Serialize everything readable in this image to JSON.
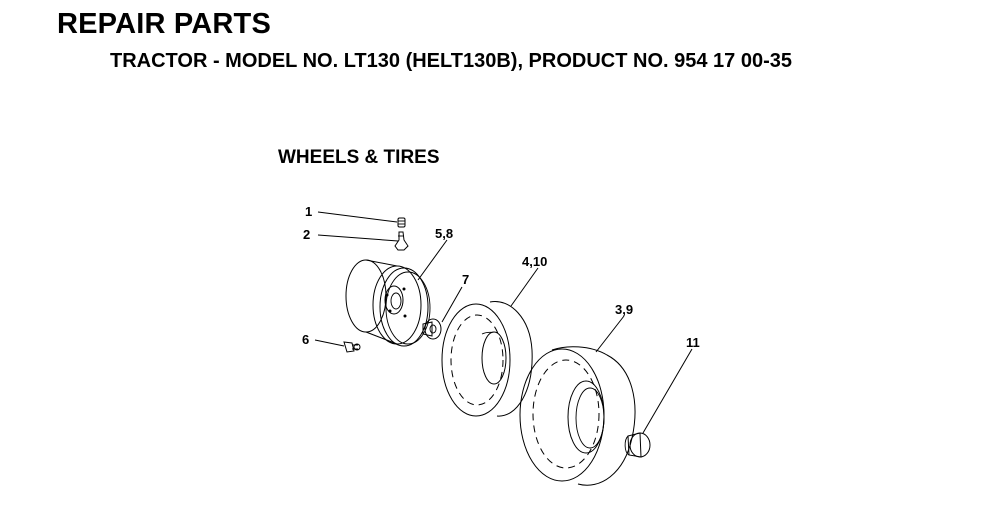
{
  "header": {
    "title": "REPAIR PARTS",
    "subtitle": "TRACTOR - MODEL NO. LT130 (HELT130B), PRODUCT NO. 954 17 00-35"
  },
  "section": {
    "title": "WHEELS & TIRES"
  },
  "callouts": {
    "c1": "1",
    "c2": "2",
    "c58": "5,8",
    "c7": "7",
    "c410": "4,10",
    "c39": "3,9",
    "c11": "11",
    "c6": "6"
  }
}
